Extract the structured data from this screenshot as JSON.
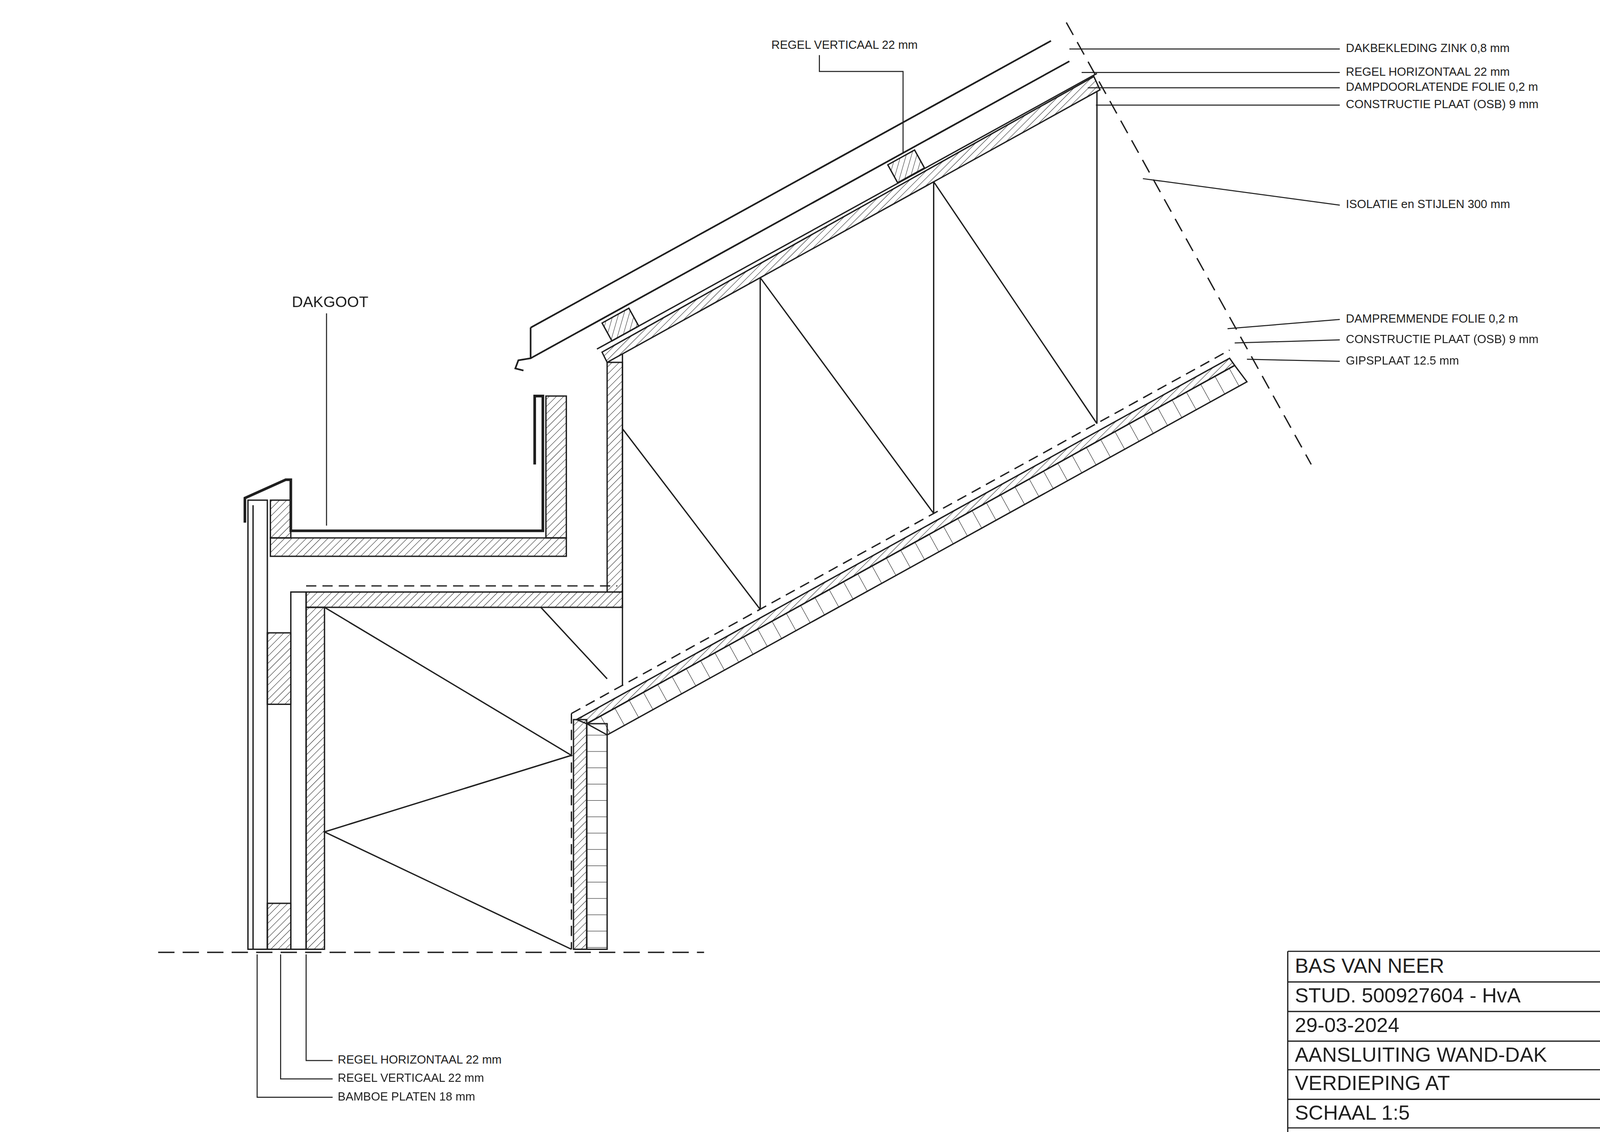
{
  "diagram": {
    "labels": [
      "REGEL VERTICAAL 22 mm",
      "DAKBEKLEDING ZINK 0,8 mm",
      "REGEL HORIZONTAAL 22 mm",
      "DAMPDOORLATENDE FOLIE 0,2 m",
      "CONSTRUCTIE PLAAT (OSB) 9 mm",
      "ISOLATIE en STIJLEN 300 mm",
      "DAMPREMMENDE FOLIE 0,2 m",
      "CONSTRUCTIE PLAAT (OSB) 9 mm",
      "GIPSPLAAT 12.5 mm",
      "DAKGOOT",
      "REGEL HORIZONTAAL 22 mm",
      "REGEL VERTICAAL 22 mm",
      "BAMBOE PLATEN 18 mm",
      "BAS VAN NEER",
      "STUD. 500927604 - HvA",
      "29-03-2024",
      "AANSLUITING WAND-DAK",
      "VERDIEPING AT",
      "SCHAAL 1:5"
    ]
  }
}
